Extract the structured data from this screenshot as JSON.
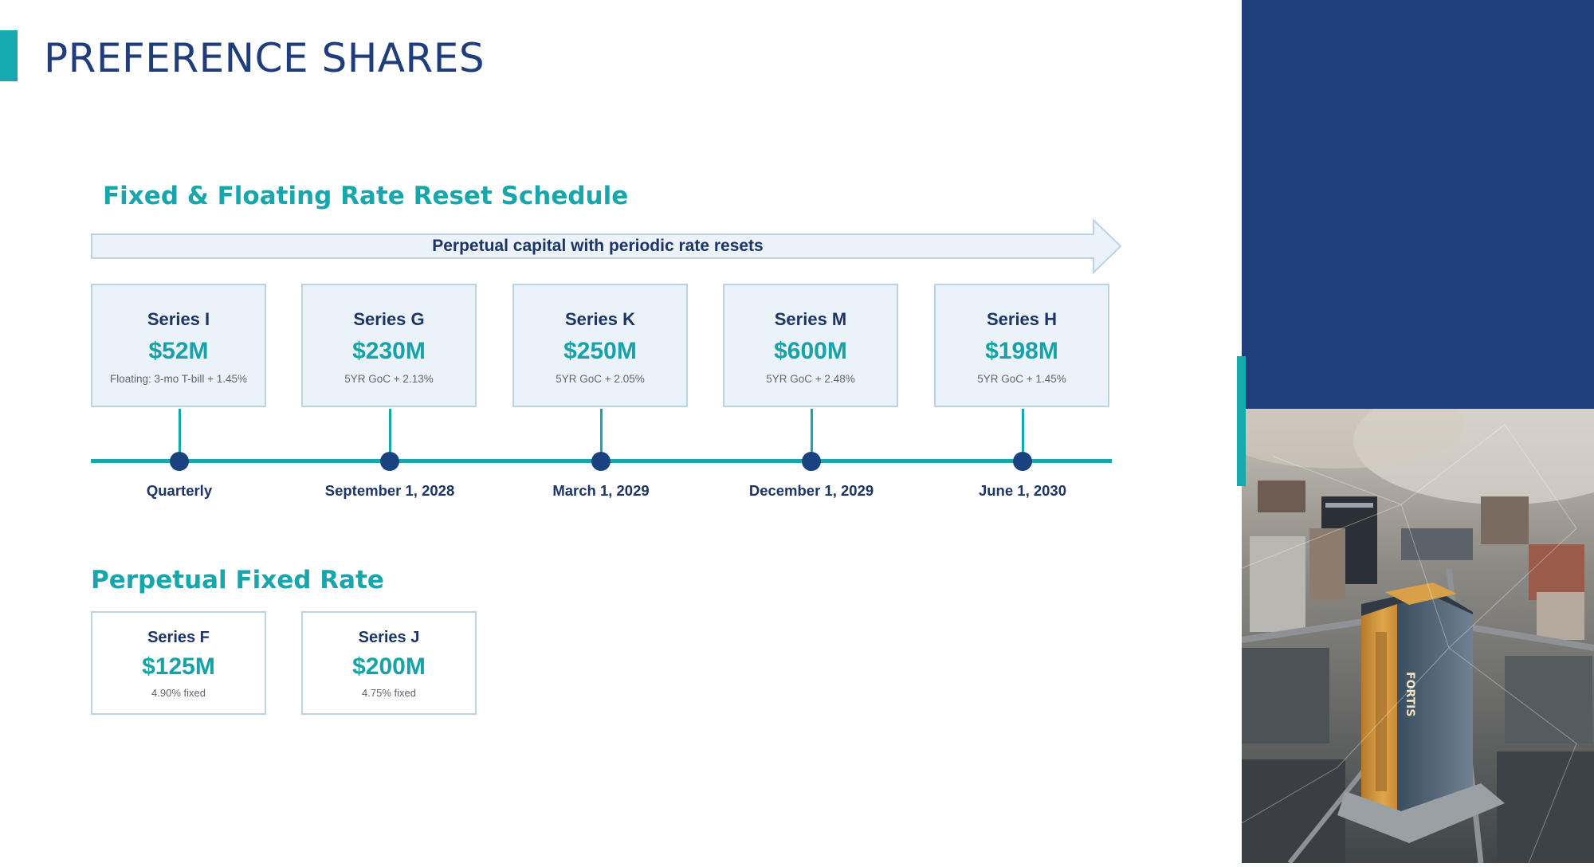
{
  "page": {
    "title": "PREFERENCE SHARES"
  },
  "reset_section": {
    "title": "Fixed & Floating Rate Reset Schedule",
    "arrow_label": "Perpetual capital with periodic rate resets",
    "series": [
      {
        "name": "Series I",
        "amount": "$52M",
        "desc": "Floating: 3-mo T-bill + 1.45%",
        "date": "Quarterly"
      },
      {
        "name": "Series G",
        "amount": "$230M",
        "desc": "5YR GoC + 2.13%",
        "date": "September 1, 2028"
      },
      {
        "name": "Series K",
        "amount": "$250M",
        "desc": "5YR GoC + 2.05%",
        "date": "March 1, 2029"
      },
      {
        "name": "Series M",
        "amount": "$600M",
        "desc": "5YR GoC + 2.48%",
        "date": "December 1, 2029"
      },
      {
        "name": "Series H",
        "amount": "$198M",
        "desc": "5YR GoC + 1.45%",
        "date": "June 1, 2030"
      }
    ]
  },
  "fixed_section": {
    "title": "Perpetual Fixed Rate",
    "series": [
      {
        "name": "Series F",
        "amount": "$125M",
        "desc": "4.90% fixed"
      },
      {
        "name": "Series J",
        "amount": "$200M",
        "desc": "4.75% fixed"
      }
    ]
  },
  "photo": {
    "building_sign": "FORTIS"
  },
  "colors": {
    "navy": "#1f3e7c",
    "teal": "#17a6ac",
    "box_fill": "#ebf2f8",
    "box_border": "#bcd3e3"
  }
}
